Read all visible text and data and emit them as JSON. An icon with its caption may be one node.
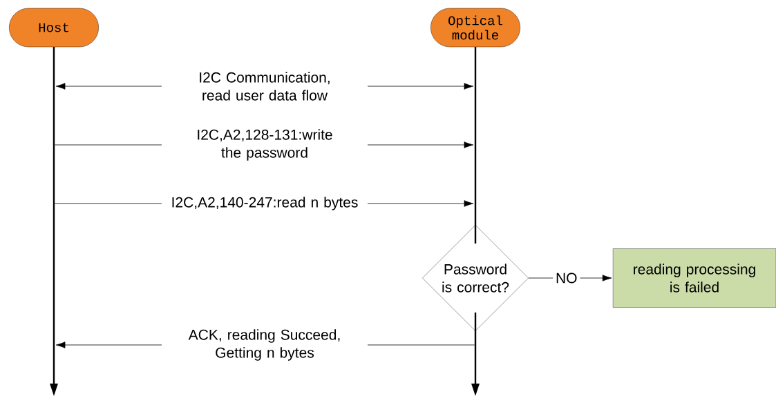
{
  "diagram": {
    "nodes": [
      {
        "text": [
          "Host"
        ]
      },
      {
        "text": [
          "Optical module"
        ]
      },
      {
        "text": [
          "Password is correct?"
        ]
      },
      {
        "text": [
          "reading processing is failed"
        ]
      },
      {
        "text": [],
        "shape": "bar"
      },
      {
        "text": [],
        "shape": "bar"
      },
      {
        "text": [],
        "shape": "bar"
      }
    ],
    "edges": [
      {
        "from": 4,
        "to": 5,
        "arrow": "both",
        "label": "I2C Communication, read user data flow"
      },
      {
        "from": 4,
        "to": 5,
        "arrow": "to",
        "label": "I2C,A2,128-131:write the password"
      },
      {
        "from": 4,
        "to": 5,
        "arrow": "to",
        "label": "I2C,A2,140-247:read n bytes"
      },
      {
        "from": 2,
        "to": 3,
        "arrow": "to",
        "label": "NO"
      },
      {
        "from": 6,
        "to": 4,
        "arrow": "to",
        "label": "ACK, reading Succeed, Getting n bytes"
      }
    ]
  }
}
